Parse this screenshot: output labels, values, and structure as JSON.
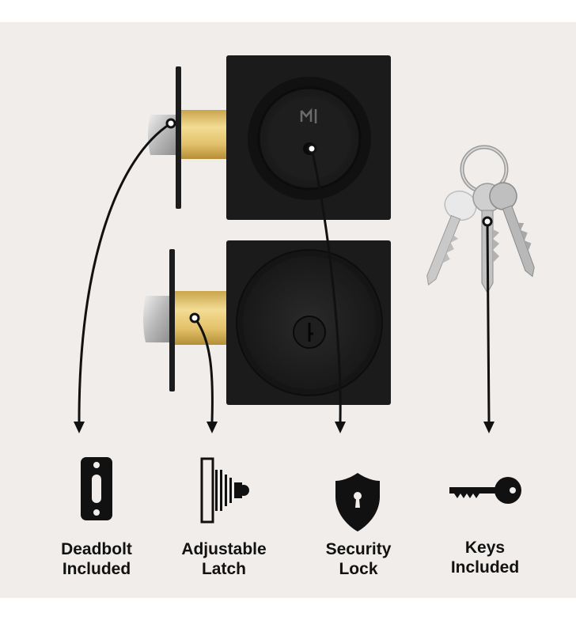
{
  "features": [
    {
      "label": "Deadbolt\nIncluded",
      "icon": "deadbolt-icon"
    },
    {
      "label": "Adjustable\nLatch",
      "icon": "adjustable-latch-icon"
    },
    {
      "label": "Security\nLock",
      "icon": "shield-keyhole-icon"
    },
    {
      "label": "Keys\nIncluded",
      "icon": "key-icon"
    }
  ],
  "colors": {
    "background": "#f0edea",
    "lock_body": "#1b1b1b",
    "brass": "#e2c16a",
    "arrow": "#111111",
    "text": "#111111"
  }
}
